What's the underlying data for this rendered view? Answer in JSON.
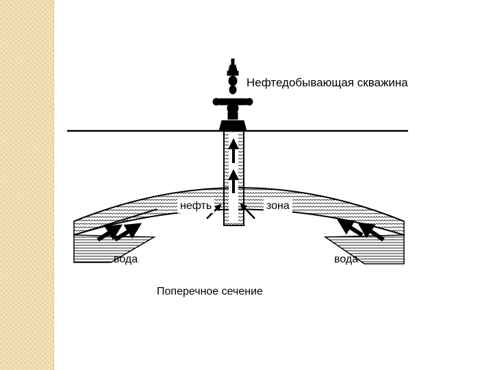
{
  "labels": {
    "title": "Нефтедобывающая скважина",
    "oil": "нефть",
    "zone": "зона",
    "water_left": "вода",
    "water_right": "вода",
    "caption": "Поперечное сечение"
  },
  "colors": {
    "line": "#000000",
    "background": "#ffffff",
    "side_strip": "#efd9a9"
  }
}
